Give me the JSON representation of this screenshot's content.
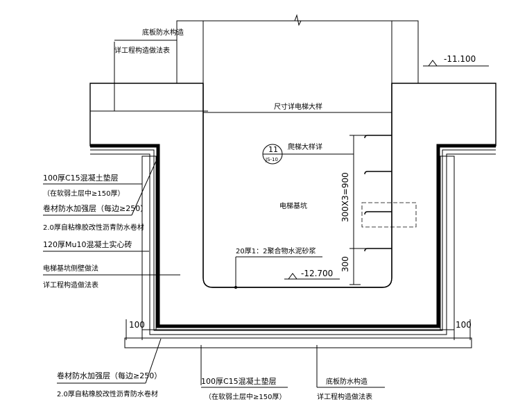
{
  "labels": {
    "top_waterproof_1": "底板防水构造",
    "top_waterproof_2": "详工程构造做法表",
    "elev_top": "-11.100",
    "size_ref": "尺寸详电梯大样",
    "ladder_ref": "爬梯大样详",
    "detail_num": "11",
    "detail_sheet": "JS-10",
    "pit": "电梯基坑",
    "dim_vertical": "300X3=900",
    "dim_300": "300",
    "mortar": "20厚1：2聚合物水泥砂浆",
    "elev_bottom": "-12.700",
    "left_1": "100厚C15混凝土垫层",
    "left_2": "（在软弱土层中≥150厚）",
    "left_3": "卷材防水加强层（每边≥250）",
    "left_4": "2.0厚自粘橡胶改性沥青防水卷材",
    "left_5": "120厚Mu10混凝土实心砖",
    "left_6": "电梯基坑侧壁做法",
    "left_7": "详工程构造做法表",
    "dim_100_left": "100",
    "dim_100_right": "100",
    "bl_1": "卷材防水加强层（每边≥250）",
    "bl_2": "2.0厚自粘橡胶改性沥青防水卷材",
    "bc_1": "100厚C15混凝土垫层",
    "bc_2": "（在软弱土层中≥150厚）",
    "br_1": "底板防水构造",
    "br_2": "详工程构造做法表"
  }
}
